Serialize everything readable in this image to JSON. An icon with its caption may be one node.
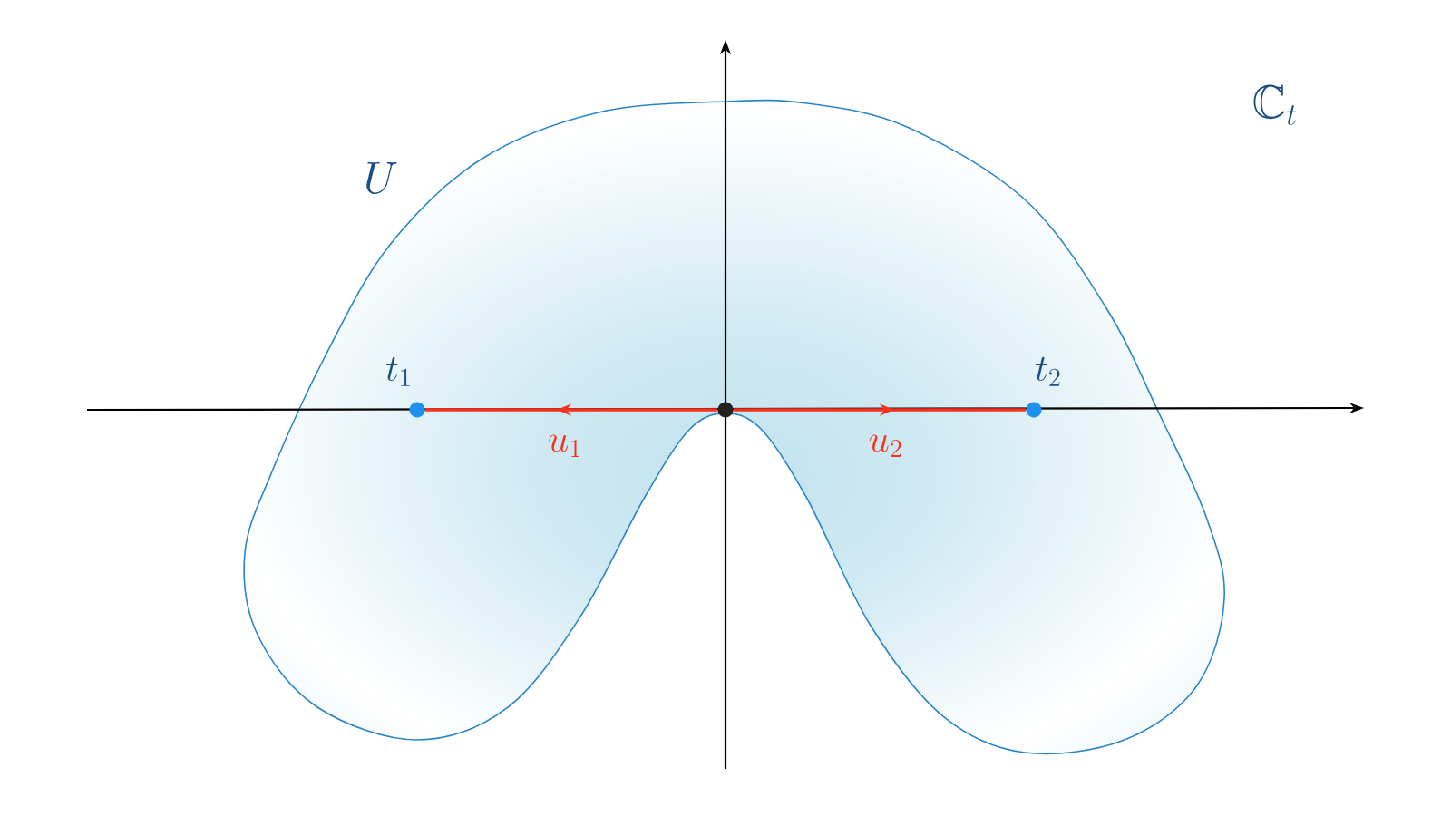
{
  "diagram": {
    "nodes": [
      {
        "text": [
          "U"
        ]
      },
      {
        "text": [],
        "shape": "circle",
        "in": 0
      },
      {
        "text": [],
        "shape": "circle",
        "in": 0,
        "beside": [
          "t_1"
        ]
      },
      {
        "text": [],
        "shape": "circle",
        "in": 0,
        "beside": [
          "t_2"
        ]
      }
    ],
    "edges": [
      {
        "from": 1,
        "to": 2,
        "arrow": "to",
        "label": "u_1"
      },
      {
        "from": 1,
        "to": 3,
        "arrow": "to",
        "label": "u_2"
      }
    ],
    "labels": [
      "\\mathbb{C}_t"
    ]
  }
}
